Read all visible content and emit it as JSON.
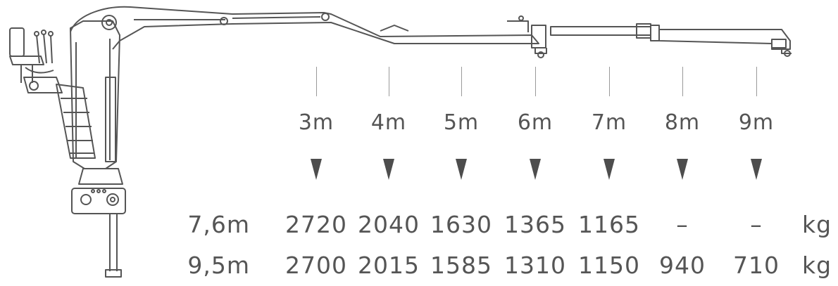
{
  "distances": [
    "3m",
    "4m",
    "5m",
    "6m",
    "7m",
    "8m",
    "9m"
  ],
  "unit": "kg",
  "rows": [
    {
      "reach": "7,6m",
      "values": [
        "2720",
        "2040",
        "1630",
        "1365",
        "1165",
        "–",
        "–"
      ]
    },
    {
      "reach": "9,5m",
      "values": [
        "2700",
        "2015",
        "1585",
        "1310",
        "1150",
        "940",
        "710"
      ]
    }
  ],
  "colors": {
    "text": "#555555",
    "arrow": "#4d4d4d",
    "line": "#9a9a9a",
    "drawing": "#555555"
  }
}
